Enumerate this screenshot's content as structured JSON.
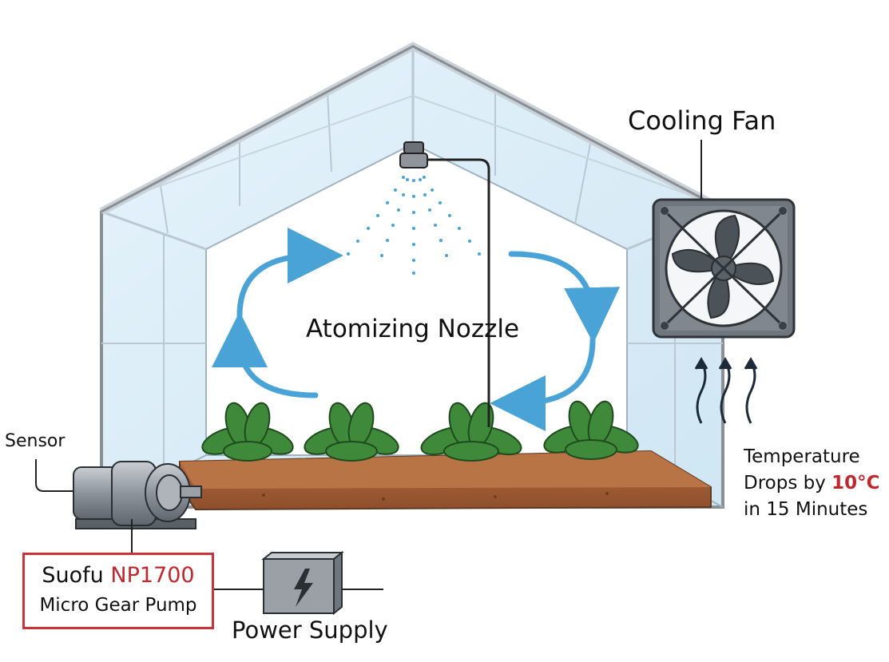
{
  "labels": {
    "cooling_fan": "Cooling Fan",
    "atomizing_nozzle": "Atomizing Nozzle",
    "sensor": "Sensor",
    "power_supply": "Power Supply",
    "temperature_line1": "Temperature",
    "temperature_line2_prefix": "Drops by ",
    "temperature_value": "10°C",
    "temperature_line3": "in 15 Minutes",
    "pump_brand": "Suofu ",
    "pump_model": "NP1700",
    "pump_type": "Micro Gear Pump"
  },
  "colors": {
    "highlight_red": "#c0282d",
    "airflow_blue": "#4aa3d6",
    "glass": "#d7ebf6",
    "soil": "#a7623a",
    "leaf": "#3e8a3a"
  },
  "icons": [
    "fan-icon",
    "lightning-icon",
    "nozzle-icon",
    "pump-icon",
    "airflow-arrow-icon",
    "heat-arrow-icon"
  ]
}
